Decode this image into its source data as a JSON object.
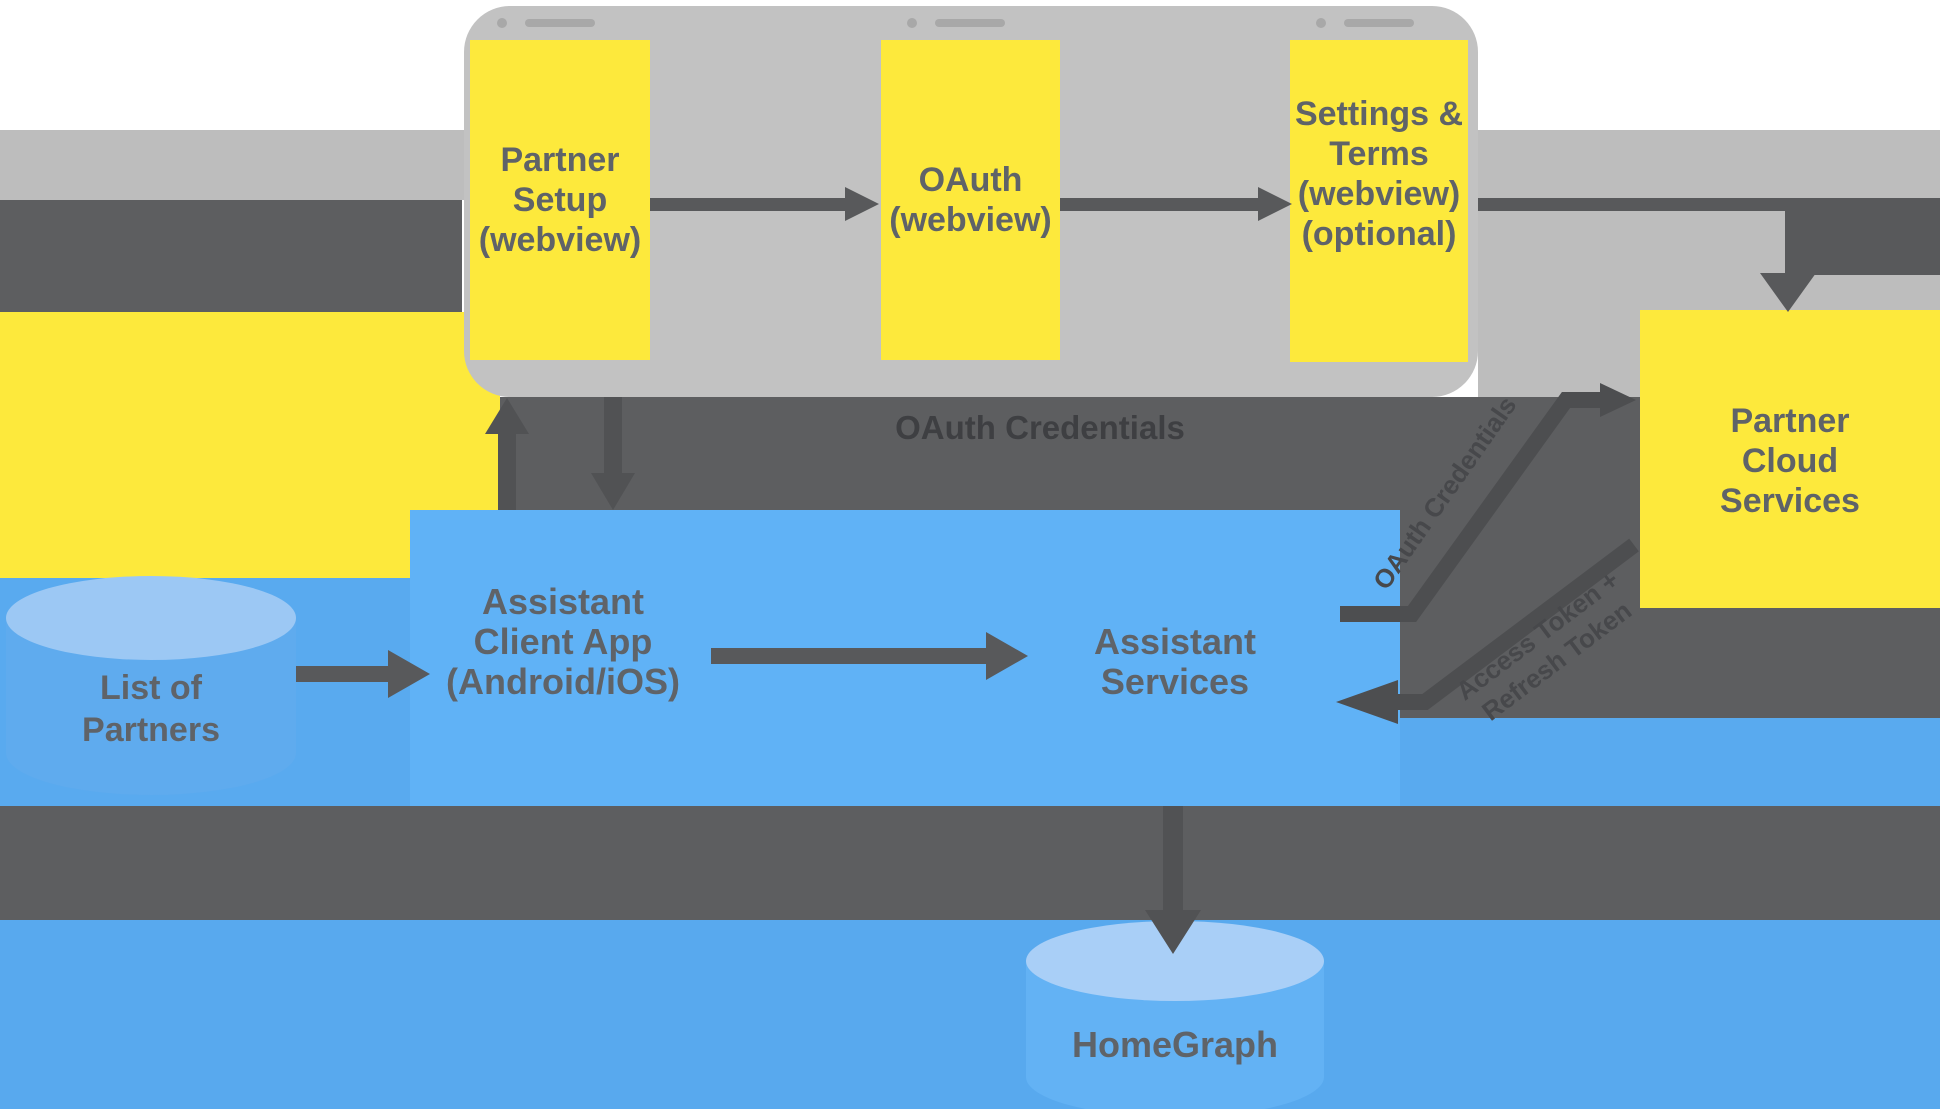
{
  "phone_flow": {
    "webviews": [
      {
        "lines": [
          "Partner",
          "Setup",
          "(webview)"
        ]
      },
      {
        "lines": [
          "OAuth",
          "(webview)"
        ]
      },
      {
        "lines": [
          "Settings &",
          "Terms",
          "(webview)",
          "(optional)"
        ]
      }
    ]
  },
  "nodes": {
    "partner_cloud_services": {
      "lines": [
        "Partner",
        "Cloud",
        "Services"
      ]
    },
    "assistant_client_app": {
      "lines": [
        "Assistant",
        "Client App",
        "(Android/iOS)"
      ]
    },
    "assistant_services": {
      "lines": [
        "Assistant",
        "Services"
      ]
    },
    "list_of_partners": {
      "lines": [
        "List of",
        "Partners"
      ]
    },
    "homegraph": {
      "lines": [
        "HomeGraph"
      ]
    }
  },
  "arrow_labels": {
    "oauth_credentials": "OAuth Credentials",
    "to_partner_cloud": "OAuth Credentials",
    "from_partner_cloud_line1": "Access Token +",
    "from_partner_cloud_line2": "Refresh Token"
  },
  "colors": {
    "yellow": "#fde93c",
    "phone_gray": "#c2c2c2",
    "band_gray": "#bdbdbd",
    "dark_gray": "#5d5e60",
    "arrow_dark": "#515254",
    "blue_box": "#60b2f6",
    "blue_band": "#59aaef",
    "blue_bottom": "#58a9ee",
    "cylinder_body": "#5fabee",
    "cylinder_top": "#9cc8f4",
    "homegraph_body": "#63b2f4",
    "homegraph_top": "#a9cff7",
    "label_text": "#5f6368",
    "label_on_dark": "#3e3f42"
  }
}
